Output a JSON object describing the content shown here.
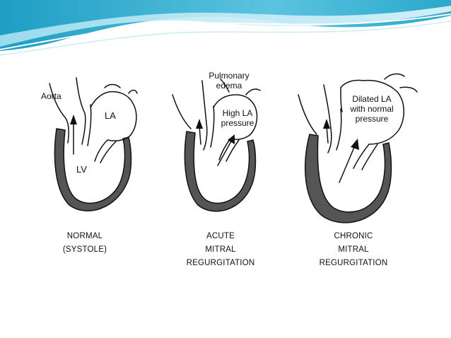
{
  "theme": {
    "banner_colors": [
      "#2ea9c9",
      "#7fd0e6",
      "#c9eef7",
      "#ffffff"
    ],
    "wall_fill": "#555555"
  },
  "panels": [
    {
      "labels": {
        "vessel": "Aorta",
        "atrium": "LA",
        "ventricle": "LV"
      },
      "caption": [
        "NORMAL",
        "(SYSTOLE)"
      ]
    },
    {
      "labels": {
        "top": [
          "Pulmonary",
          "edema"
        ],
        "atrium": [
          "High LA",
          "pressure"
        ]
      },
      "caption": [
        "ACUTE",
        "MITRAL",
        "REGURGITATION"
      ]
    },
    {
      "labels": {
        "atrium": [
          "Dilated LA",
          "with normal",
          "pressure"
        ]
      },
      "caption": [
        "CHRONIC",
        "MITRAL",
        "REGURGITATION"
      ]
    }
  ]
}
